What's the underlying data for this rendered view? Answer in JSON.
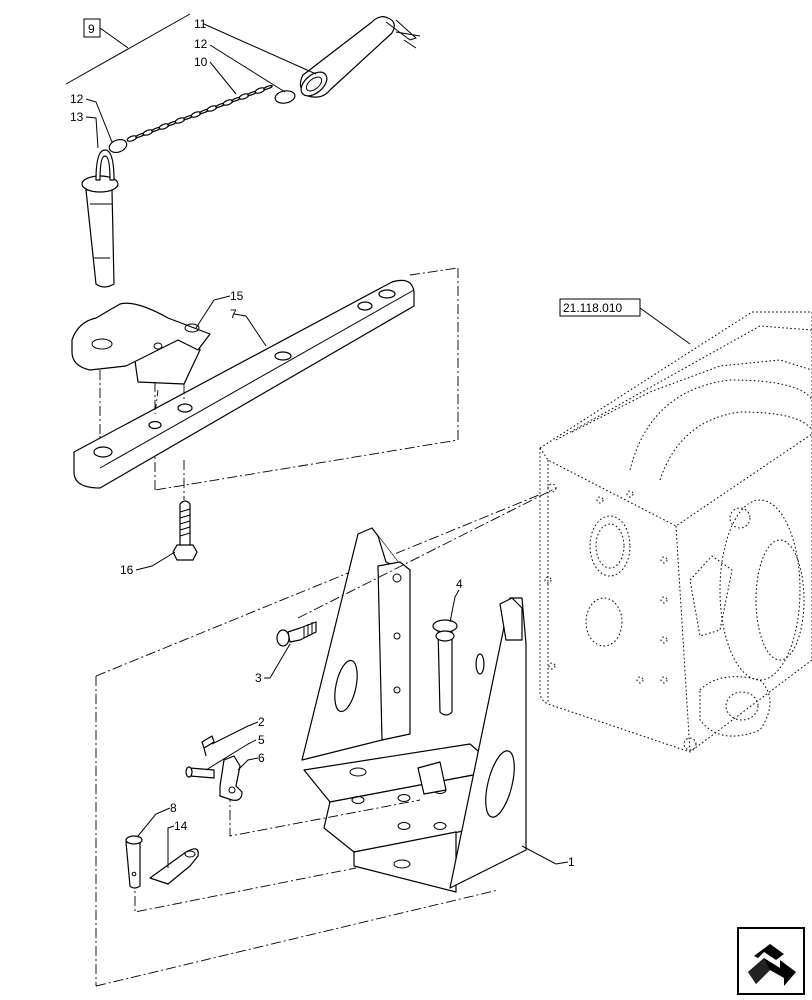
{
  "reference_box": "9",
  "ref_assembly": "21.118.010",
  "callouts": [
    {
      "id": "c11",
      "label": "11"
    },
    {
      "id": "c12a",
      "label": "12"
    },
    {
      "id": "c10",
      "label": "10"
    },
    {
      "id": "c12b",
      "label": "12"
    },
    {
      "id": "c13",
      "label": "13"
    },
    {
      "id": "c15",
      "label": "15"
    },
    {
      "id": "c7",
      "label": "7"
    },
    {
      "id": "c16",
      "label": "16"
    },
    {
      "id": "c4",
      "label": "4"
    },
    {
      "id": "c3",
      "label": "3"
    },
    {
      "id": "c2",
      "label": "2"
    },
    {
      "id": "c5",
      "label": "5"
    },
    {
      "id": "c6",
      "label": "6"
    },
    {
      "id": "c8",
      "label": "8"
    },
    {
      "id": "c14",
      "label": "14"
    },
    {
      "id": "c1",
      "label": "1"
    }
  ],
  "nav_icon": "arrow-next-icon"
}
